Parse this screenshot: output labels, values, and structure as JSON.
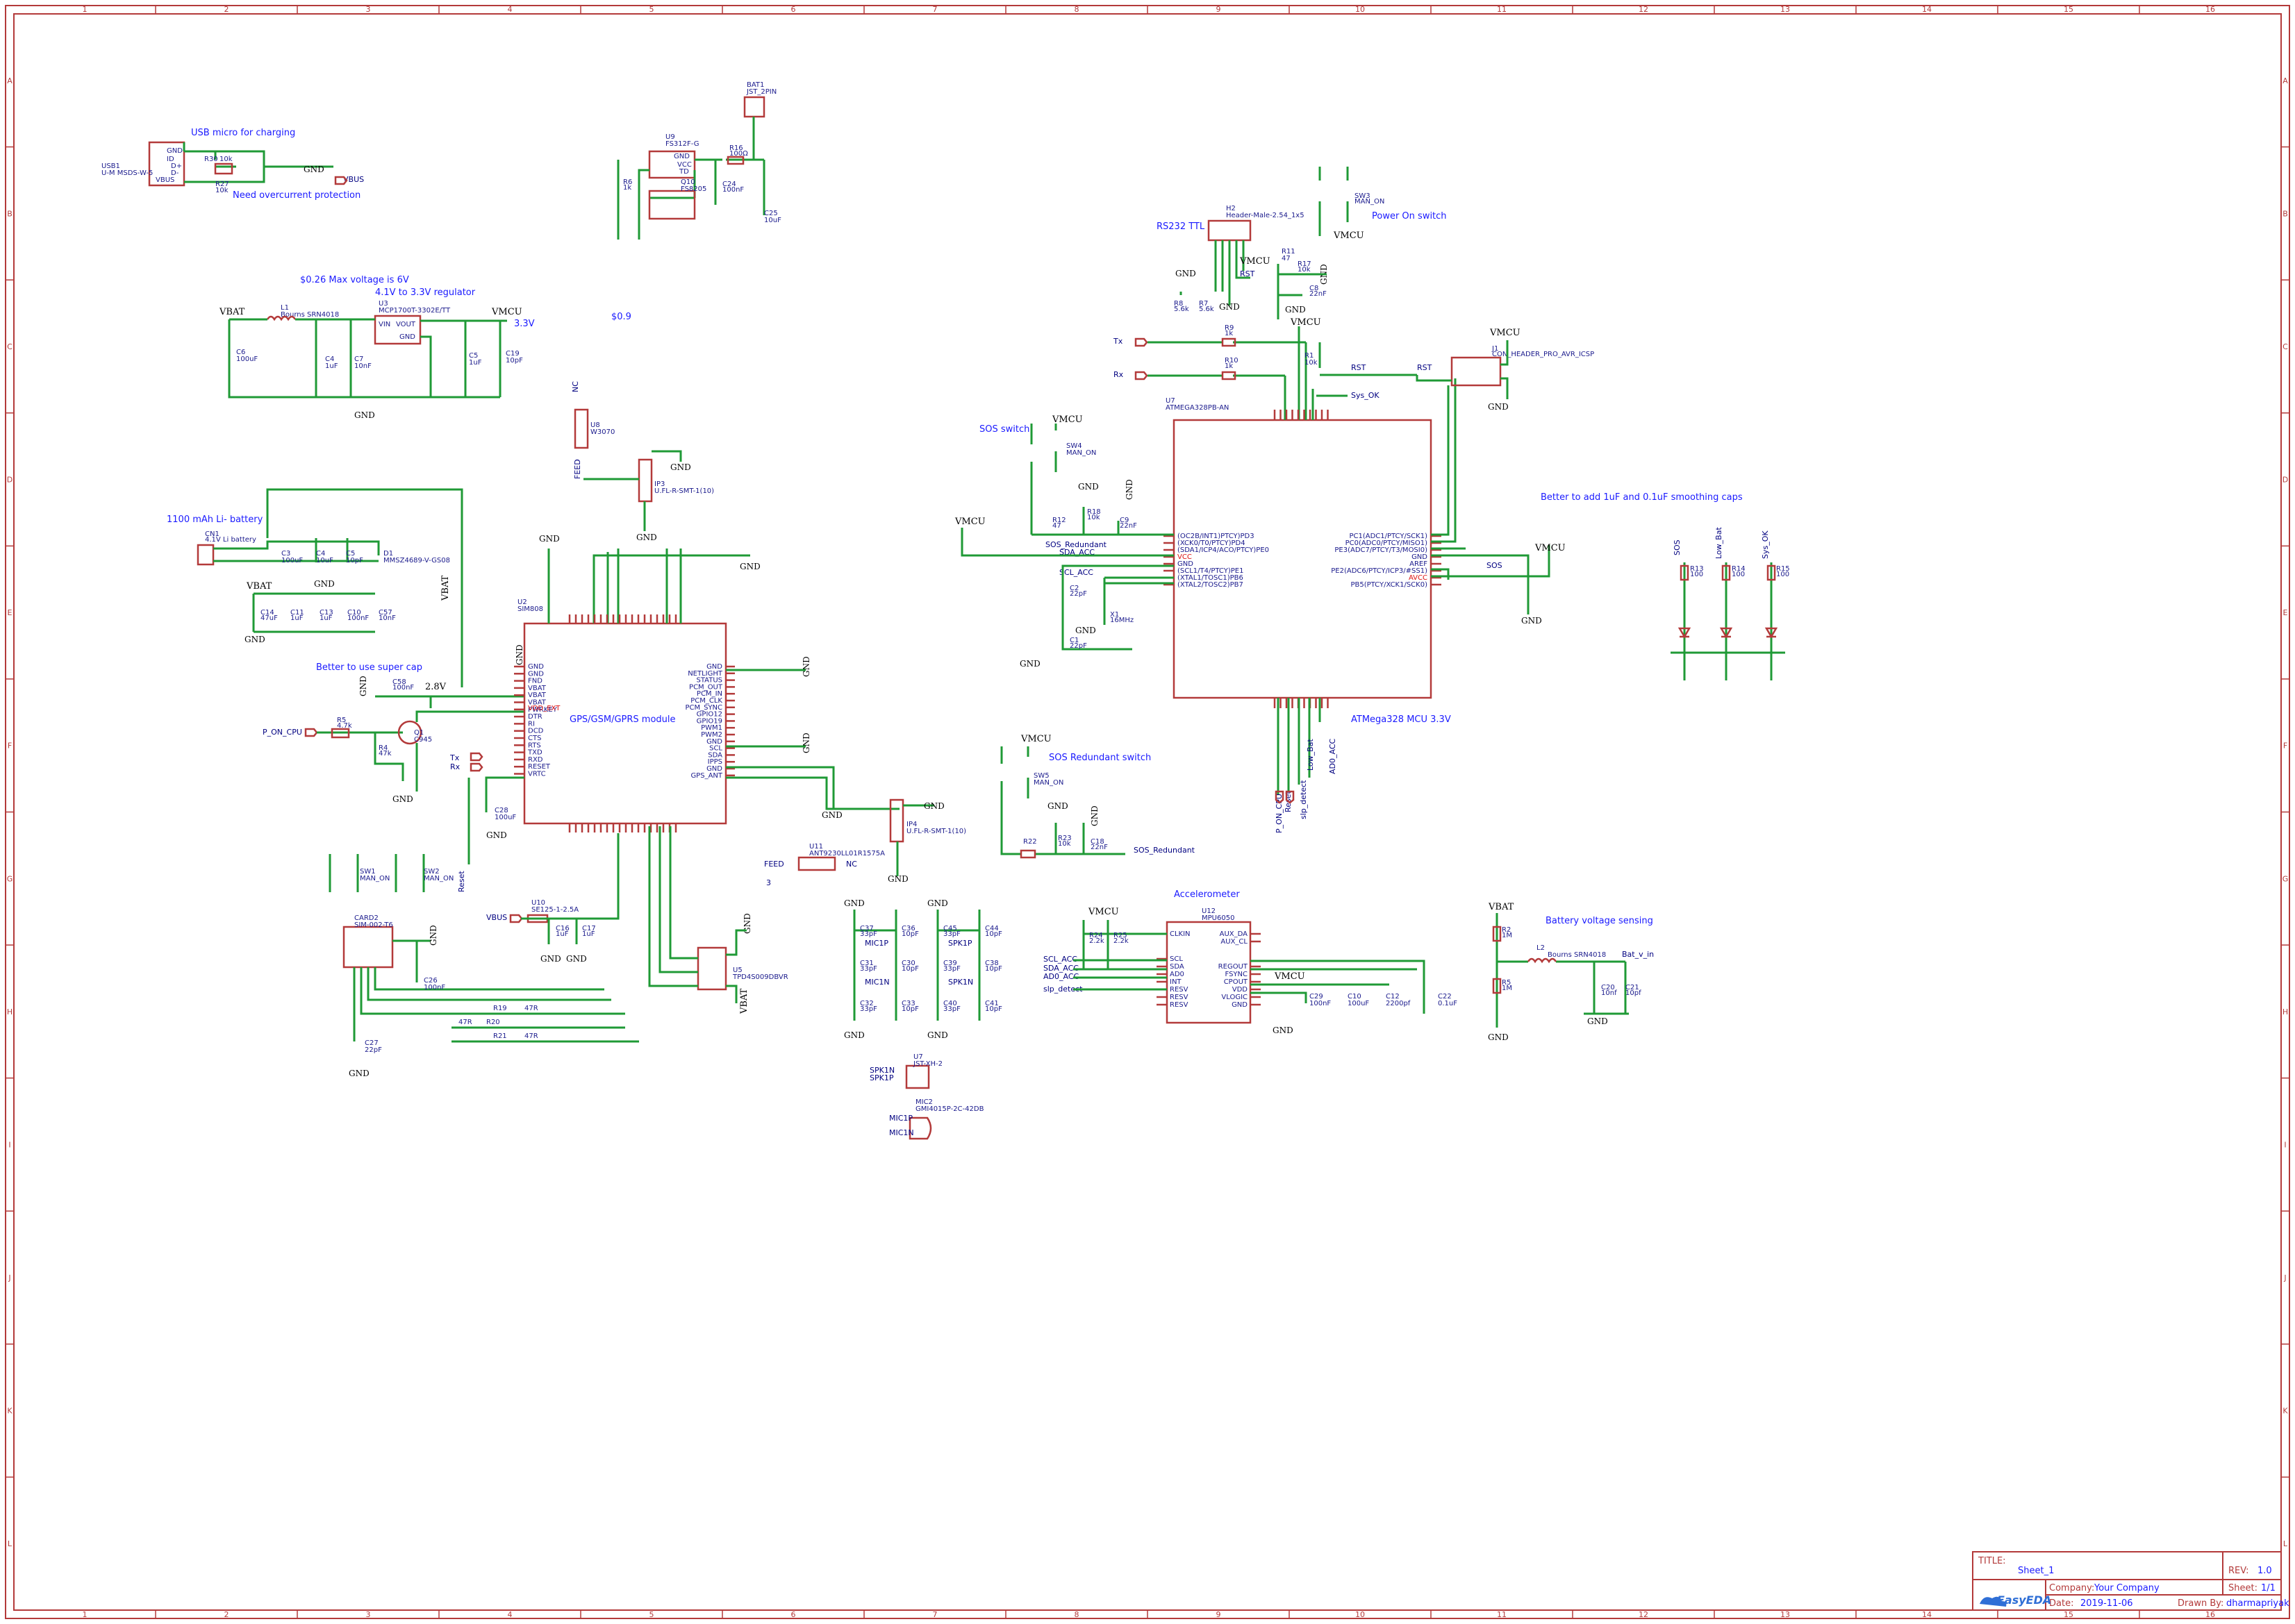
{
  "notes": {
    "usb": "USB micro for charging",
    "overcurrent": "Need overcurrent protection",
    "max_voltage": "$0.26 Max voltage is 6V",
    "regulator": "4.1V to 3.3V regulator",
    "v33": "3.3V",
    "price09": "$0.9",
    "battery": "1100 mAh Li- battery",
    "supercap": "Better to use super cap",
    "gsm": "GPS/GSM/GPRS module",
    "rs232": "RS232 TTL",
    "power_on": "Power On switch",
    "sos": "SOS switch",
    "sos_red": "SOS Redundant switch",
    "smoothing": "Better to add 1uF and 0.1uF smoothing caps",
    "mcu": "ATMega328 MCU 3.3V",
    "accel": "Accelerometer",
    "batt_sense": "Battery voltage sensing",
    "three": "3"
  },
  "components": {
    "usb1": "USB1",
    "usb1_part": "U-M MSDS-W-5",
    "u2": "U2",
    "u2_part": "SIM808",
    "u3": "U3",
    "u3_part": "MCP1700T-3302E/TT",
    "u7": "U7",
    "u7_part": "ATMEGA328PB-AN",
    "u9": "U9",
    "u9_part": "FS312F-G",
    "u12": "U12",
    "u12_part": "MPU6050",
    "j1": "J1",
    "j1_part": "CON_HEADER_PRO_AVR_ICSP",
    "h2": "H2",
    "h2_part": "Header-Male-2.54_1x5",
    "bat1": "BAT1",
    "bat1_part": "JST_2PIN",
    "card2": "CARD2",
    "card2_part": "SIM-002-T6",
    "l1": "L1",
    "l1_part": "Bourns SRN4018",
    "l2": "L2",
    "l2_part": "Bourns SRN4018",
    "u8": "U8",
    "u8_part": "W3070",
    "ip3": "IP3",
    "ip3_part": "U.FL-R-SMT-1(10)",
    "ip4": "IP4",
    "ip4_part": "U.FL-R-SMT-1(10)",
    "u11": "U11",
    "u11_part": "ANT9230LL01R1575A",
    "u10": "U10",
    "u10_part": "SE125-1-2.5A",
    "u5": "U5",
    "u5_part": "TPD4S009DBVR",
    "u7b": "U7",
    "u7b_part": "JST-XH-2",
    "mic2": "MIC2",
    "mic2_part": "GMI4015P-2C-42DB",
    "q1": "Q1",
    "q1_part": "C945",
    "q10": "Q10",
    "q10_part": "FS8205",
    "x1": "X1",
    "x1_part": "16MHz",
    "cn1": "CN1",
    "cn1_part": "4.1V Li battery",
    "d1": "D1",
    "d1_part": "MMSZ4689-V-GS08",
    "sw1": "SW1",
    "sw2": "SW2",
    "sw3": "SW3",
    "sw4": "SW4",
    "sw5": "SW5",
    "man_on": "MAN_ON",
    "nc": "NC"
  },
  "mcu_pins_left": [
    "(OC2B/INT1)PTCY)PD3",
    "(XCK0/T0/PTCY)PD4",
    "(SDA1/ICP4/ACO/PTCY)PE0",
    "VCC",
    "GND",
    "(SCL1/T4/PTCY)PE1",
    "(XTAL1/TOSC1)PB6",
    "(XTAL2/TOSC2)PB7"
  ],
  "mcu_pins_right": [
    "PC1(ADC1/PTCY/SCK1)",
    "PC0(ADC0/PTCY/MISO1)",
    "PE3(ADC7/PTCY/T3/MOSI0)",
    "GND",
    "AREF",
    "PE2(ADC6/PTCY/ICP3/#SS1)",
    "AVCC",
    "PB5(PTCY/XCK1/SCK0)"
  ],
  "gsm_pins_left": [
    "GND",
    "GND",
    "FND",
    "VBAT",
    "VBAT",
    "VBAT",
    "PWRKEY",
    "DTR",
    "RI",
    "DCD",
    "CTS",
    "RTS",
    "TXD",
    "RXD",
    "RESET",
    "VRTC"
  ],
  "gsm_pins_left_special": "VDD_EXT",
  "gsm_pins_right": [
    "GND",
    "NETLIGHT",
    "STATUS",
    "PCM_OUT",
    "PCM_IN",
    "PCM_CLK",
    "PCM_SYNC",
    "GPIO12",
    "GPIO19",
    "PWM1",
    "PWM2",
    "GND",
    "SCL",
    "SDA",
    "IPPS",
    "GND",
    "GPS_ANT"
  ],
  "accel_pins_left": [
    "CLKIN",
    "SCL",
    "SDA",
    "AD0",
    "INT",
    "RESV",
    "RESV",
    "RESV"
  ],
  "accel_pins_right": [
    "AUX_DA",
    "AUX_CL",
    "REGOUT",
    "FSYNC",
    "CPOUT",
    "VDD",
    "VLOGIC",
    "GND"
  ],
  "nets": {
    "gnd": "GND",
    "vbat": "VBAT",
    "vmcu": "VMCU",
    "vbus": "VBUS",
    "tx": "Tx",
    "rx": "Rx",
    "rst": "RST",
    "reset": "Reset",
    "p_on_cpu": "P_ON_CPU",
    "feed": "FEED",
    "p28v": "2.8V",
    "sos_redundant": "SOS_Redundant",
    "sda_acc": "SDA_ACC",
    "scl_acc": "SCL_ACC",
    "ad0_acc": "AD0_ACC",
    "slp_detect": "slp_detect",
    "bat_v_in": "Bat_v_in",
    "mic1p": "MIC1P",
    "mic1n": "MIC1N",
    "spk1p": "SPK1P",
    "spk1n": "SPK1N",
    "sos": "SOS",
    "low_bat": "Low_Bat",
    "sys_ok": "Sys_OK",
    "nc": "NC"
  },
  "title_block": {
    "title_label": "TITLE:",
    "title": "Sheet_1",
    "rev_label": "REV:",
    "rev": "1.0",
    "company_label": "Company:",
    "company": "Your Company",
    "sheet_label": "Sheet:",
    "sheet": "1/1",
    "date_label": "Date:",
    "date": "2019-11-06",
    "drawn_label": "Drawn By:",
    "drawn": "dharmapriyak",
    "brand": "EasyEDA"
  },
  "frame": {
    "columns": [
      "1",
      "2",
      "3",
      "4",
      "5",
      "6",
      "7",
      "8",
      "9",
      "10",
      "11",
      "12",
      "13",
      "14",
      "15",
      "16"
    ],
    "rows": [
      "A",
      "B",
      "C",
      "D",
      "E",
      "F",
      "G",
      "H",
      "I",
      "J",
      "K",
      "L"
    ]
  },
  "colors": {
    "wire": "#1f9a36",
    "part": "#b33a3a",
    "label": "#1a1aff",
    "net": "#000080"
  }
}
